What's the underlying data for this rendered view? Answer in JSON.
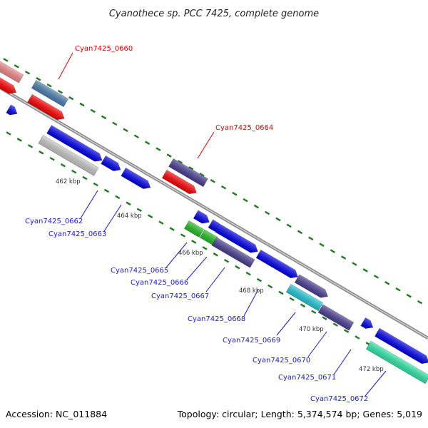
{
  "header": {
    "title": "Cyanothece sp. PCC 7425, complete genome"
  },
  "footer": {
    "accession": "Accession: NC_011884",
    "summary": "Topology: circular; Length: 5,374,574 bp; Genes: 5,019"
  },
  "colors": {
    "backbone": "#8c8c8c",
    "tick": "#1f7a1f",
    "label_red": "#e00000",
    "label_blue": "#1a1adc"
  },
  "scale_labels": [
    "462 kbp",
    "464 kbp",
    "466 kbp",
    "468 kbp",
    "470 kbp",
    "472 kbp"
  ],
  "gene_labels": {
    "above": [
      "Cyan7425_0660",
      "Cyan7425_0664"
    ],
    "below": [
      "Cyan7425_0662",
      "Cyan7425_0663",
      "Cyan7425_0665",
      "Cyan7425_0666",
      "Cyan7425_0667",
      "Cyan7425_0668",
      "Cyan7425_0669",
      "Cyan7425_0670",
      "Cyan7425_0671",
      "Cyan7425_0672"
    ]
  },
  "legend_colors": [
    "#f08a8a",
    "#ff0000",
    "#4a7fb0",
    "#0000ee",
    "#c8c8c8",
    "#4a3f94",
    "#22c022",
    "#22c8d8",
    "#30e8a8"
  ]
}
